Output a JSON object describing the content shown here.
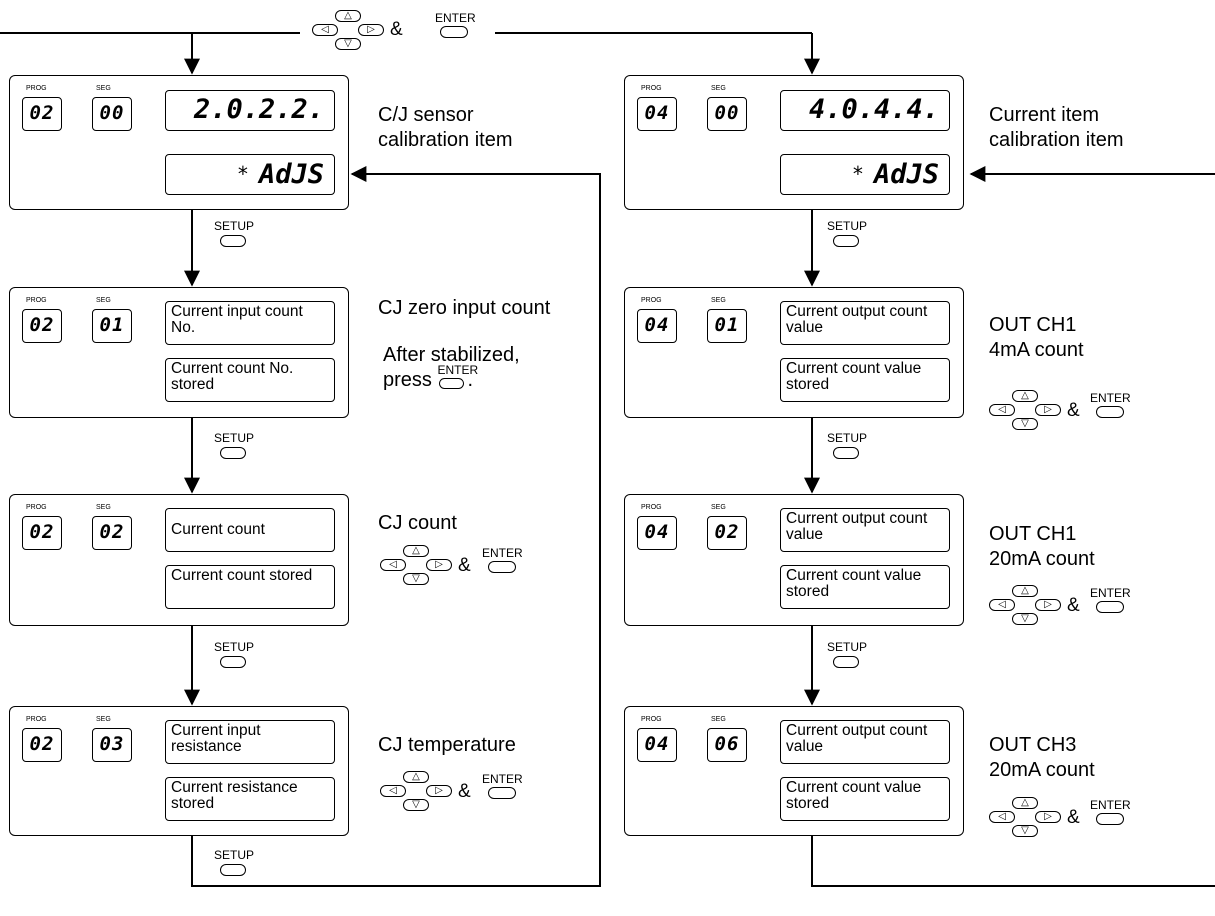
{
  "key_labels": {
    "enter": "ENTER",
    "setup": "SETUP",
    "amp": "&"
  },
  "display_tags": {
    "prog": "PROG",
    "seg": "SEG"
  },
  "left_column": {
    "top": {
      "prog": "02",
      "seg": "00",
      "main": "2.0.2.2.",
      "star": "*",
      "sub": "AdJS",
      "label_line1": "C/J sensor",
      "label_line2": "calibration item"
    },
    "step1": {
      "prog": "02",
      "seg": "01",
      "upper": "Current input count No.",
      "lower": "Current count No. stored",
      "label_line1": "CJ zero input count",
      "note_line1": "After stabilized,",
      "note_press": "press",
      "note_end": "."
    },
    "step2": {
      "prog": "02",
      "seg": "02",
      "upper": "Current count",
      "lower": "Current count stored",
      "label_line1": "CJ count"
    },
    "step3": {
      "prog": "02",
      "seg": "03",
      "upper": "Current input resistance",
      "lower": "Current resistance stored",
      "label_line1": "CJ temperature"
    }
  },
  "right_column": {
    "top": {
      "prog": "04",
      "seg": "00",
      "main": "4.0.4.4.",
      "star": "*",
      "sub": "AdJS",
      "label_line1": "Current item",
      "label_line2": "calibration item"
    },
    "step1": {
      "prog": "04",
      "seg": "01",
      "upper": "Current output count value",
      "lower": "Current count value stored",
      "label_line1": "OUT CH1",
      "label_line2": "4mA count"
    },
    "step2": {
      "prog": "04",
      "seg": "02",
      "upper": "Current output count value",
      "lower": "Current count value stored",
      "label_line1": "OUT CH1",
      "label_line2": "20mA count"
    },
    "step3": {
      "prog": "04",
      "seg": "06",
      "upper": "Current output count value",
      "lower": "Current count value stored",
      "label_line1": "OUT CH3",
      "label_line2": "20mA count"
    }
  }
}
